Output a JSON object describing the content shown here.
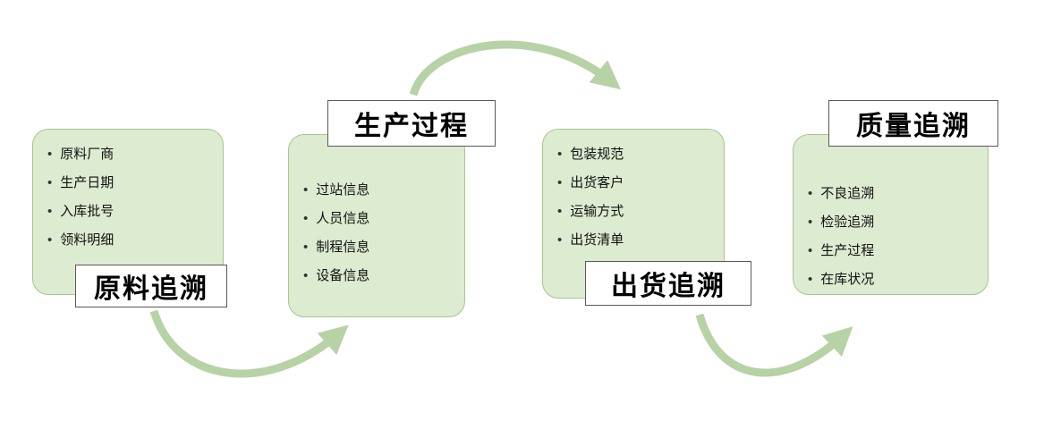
{
  "diagram": {
    "boxes": [
      {
        "title": "原料追溯",
        "items": [
          "原料厂商",
          "生产日期",
          "入库批号",
          "领料明细"
        ]
      },
      {
        "title": "生产过程",
        "items": [
          "过站信息",
          "人员信息",
          "制程信息",
          "设备信息"
        ]
      },
      {
        "title": "出货追溯",
        "items": [
          "包装规范",
          "出货客户",
          "运输方式",
          "出货清单"
        ]
      },
      {
        "title": "质量追溯",
        "items": [
          "不良追溯",
          "检验追溯",
          "生产过程",
          "在库状况"
        ]
      }
    ],
    "colors": {
      "box_fill": "#ddebd1",
      "box_border": "#a6c78c",
      "arrow": "#b7d2a5",
      "label_bg": "#ffffff",
      "label_border": "#595959",
      "text": "#111111"
    }
  }
}
